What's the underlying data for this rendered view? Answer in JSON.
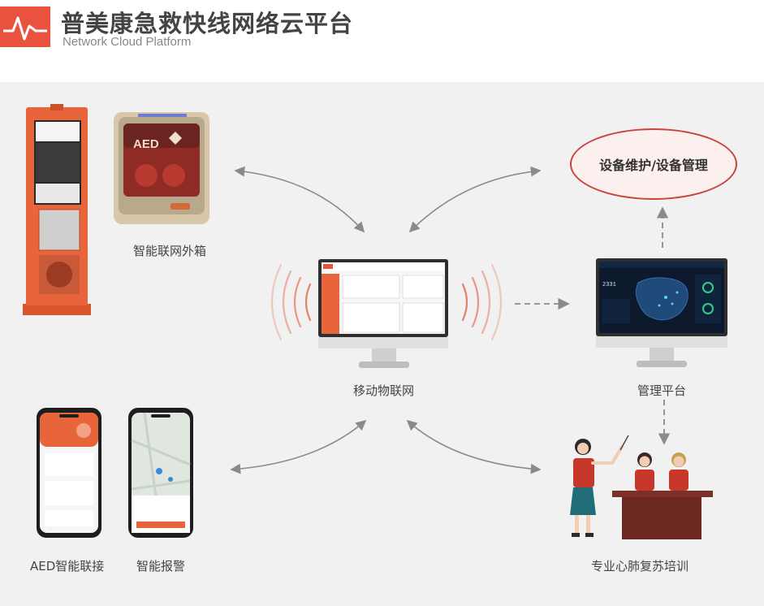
{
  "header": {
    "title": "普美康急救快线网络云平台",
    "subtitle": "Network Cloud Platform"
  },
  "nodes": {
    "smart_box": "智能联网外箱",
    "mobile_iot": "移动物联网",
    "management_platform": "管理平台",
    "maintenance": "设备维护/设备管理",
    "aed_link": "AED智能联接",
    "smart_alarm": "智能报警",
    "cpr_training": "专业心肺复苏培训"
  },
  "box_label": "AED",
  "dashboard_value": "2331",
  "colors": {
    "accent": "#e9523f",
    "panel": "#f1f1f2",
    "arrow": "#8a8a8a",
    "kiosk": "#e8643a",
    "ellipse_border": "#c9443a"
  }
}
